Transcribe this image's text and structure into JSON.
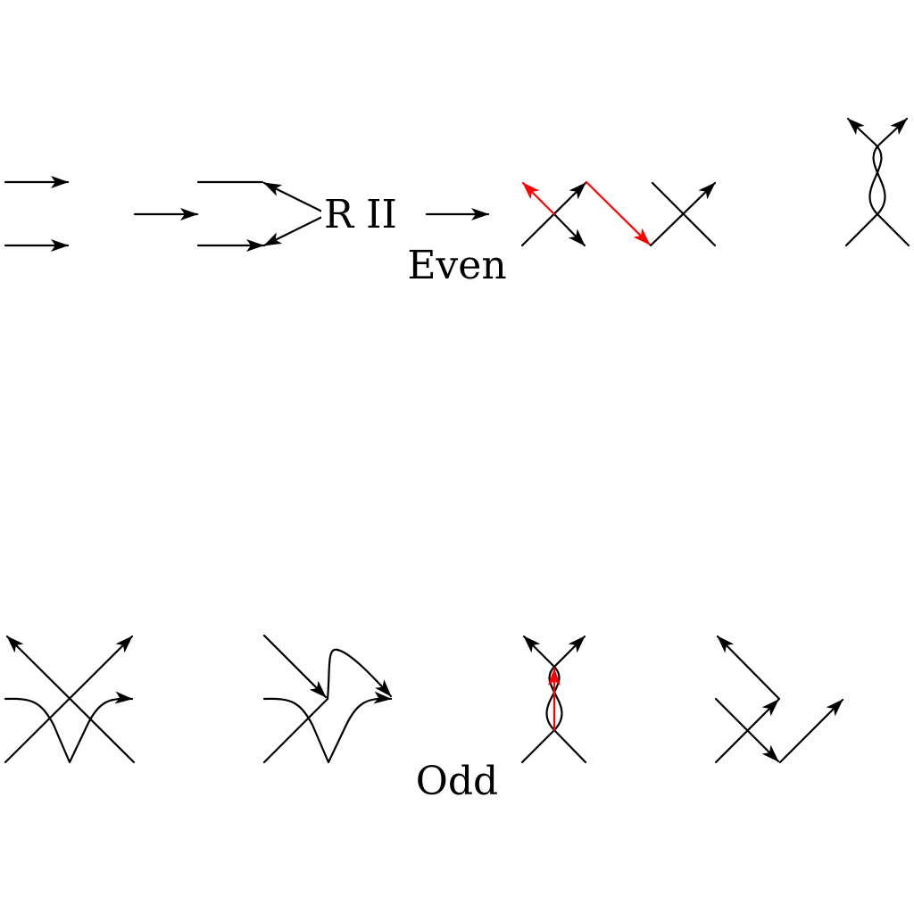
{
  "labels": {
    "move": "R II",
    "even": "Even",
    "odd": "Odd"
  },
  "colors": {
    "stroke": "#000000",
    "highlight": "#ff0000",
    "background": "#ffffff"
  }
}
